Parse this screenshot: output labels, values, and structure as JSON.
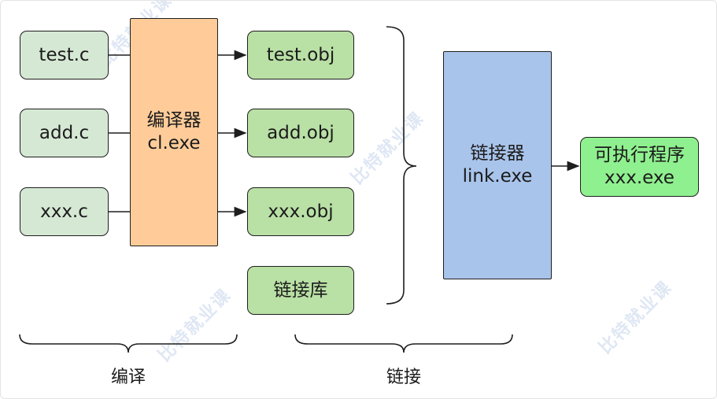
{
  "sources": [
    "test.c",
    "add.c",
    "xxx.c"
  ],
  "compiler": {
    "line1": "编译器",
    "line2": "cl.exe"
  },
  "objects": [
    "test.obj",
    "add.obj",
    "xxx.obj"
  ],
  "library": "链接库",
  "linker": {
    "line1": "链接器",
    "line2": "link.exe"
  },
  "output": {
    "line1": "可执行程序",
    "line2": "xxx.exe"
  },
  "labels": {
    "compile": "编译",
    "link": "链接"
  },
  "watermark": "比特就业课",
  "colors": {
    "source_fill": "#d5e8d4",
    "object_fill": "#b9e0a5",
    "compiler_fill": "#ffcc99",
    "linker_fill": "#a9c4eb",
    "output_fill": "#8ff08f"
  }
}
